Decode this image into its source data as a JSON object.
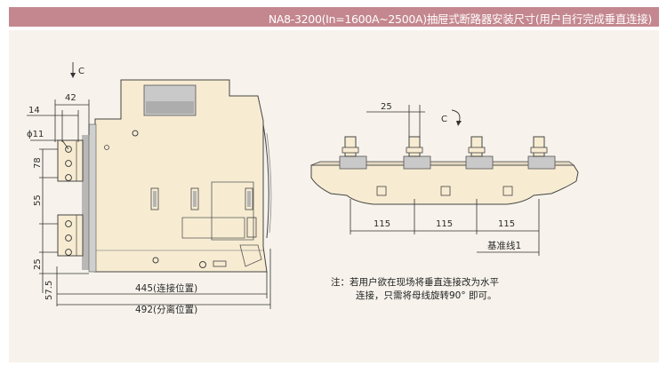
{
  "header": {
    "title": "NA8-3200(In=1600A~2500A)抽屉式断路器安装尺寸(用户自行完成垂直连接)"
  },
  "colors": {
    "title_bar": "#c4878f",
    "panel": "#f7f3ec",
    "breaker_body": "#f7ecd2",
    "bracket": "#b9b8b6"
  },
  "left_view": {
    "direction_label": "C",
    "dims": {
      "d42": "42",
      "d14": "14",
      "hole": "ϕ11",
      "d78": "78",
      "d55": "55",
      "d25": "25",
      "d57_5": "57.5",
      "connected": "445(连接位置)",
      "separated": "492(分离位置)"
    }
  },
  "right_view": {
    "direction_label": "C",
    "dims": {
      "d25": "25",
      "spacing1": "115",
      "spacing2": "115",
      "spacing3": "115",
      "baseline": "基准线1"
    }
  },
  "note": {
    "line1": "注：若用户欲在现场将垂直连接改为水平",
    "line2": "连接，只需将母线旋转90° 即可。"
  }
}
